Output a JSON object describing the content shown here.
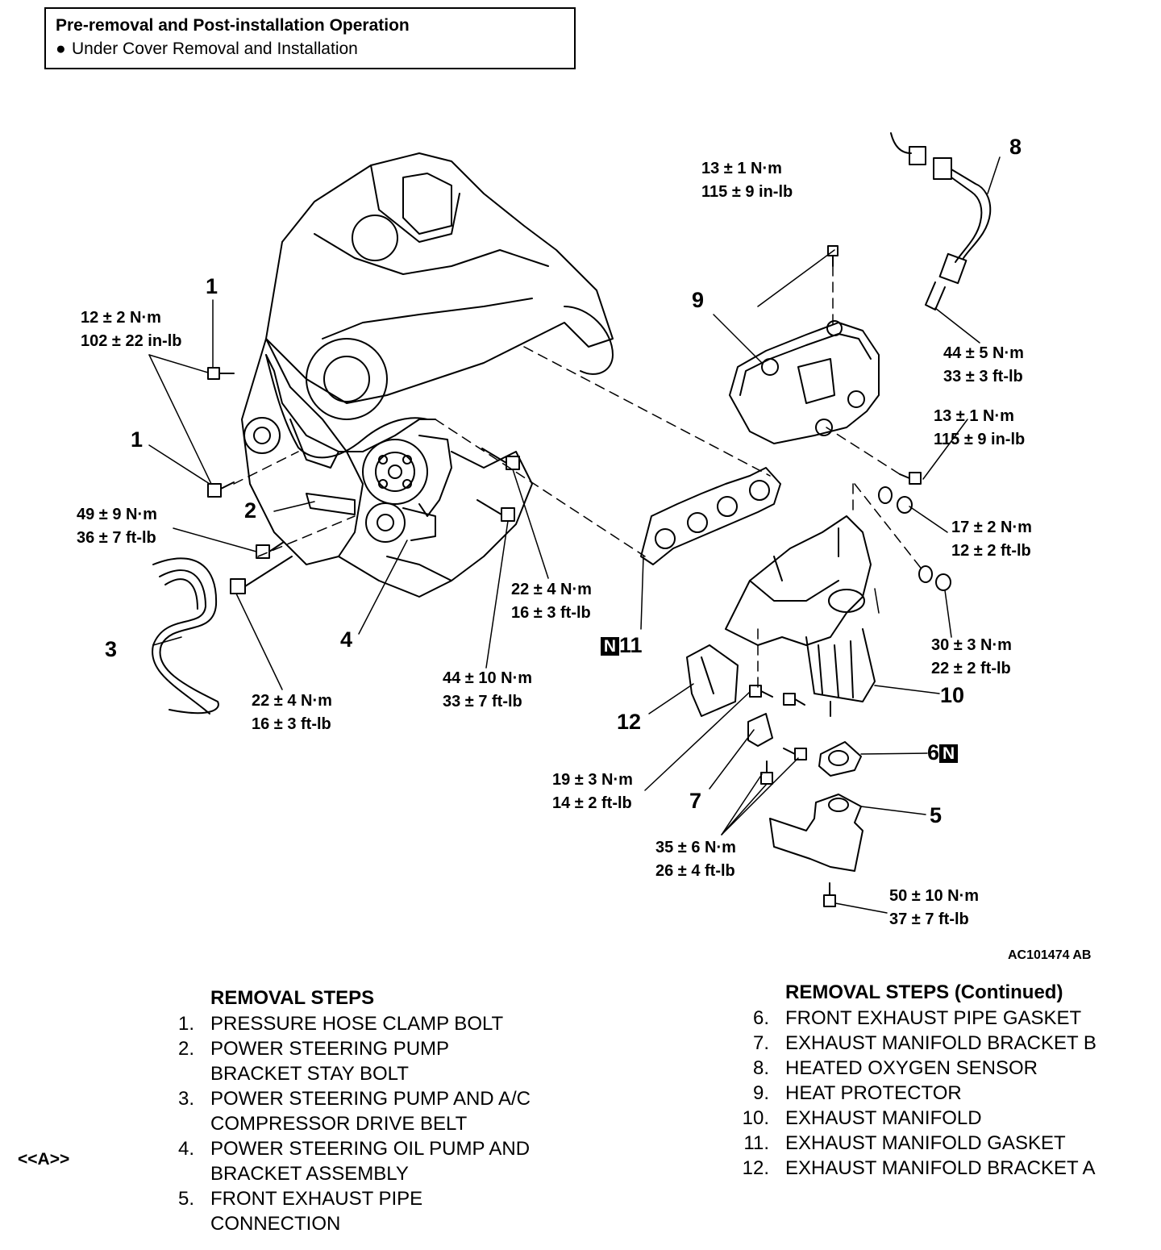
{
  "header": {
    "title": "Pre-removal and Post-installation Operation",
    "item": "Under Cover Removal and Installation"
  },
  "torques": [
    {
      "id": "t1",
      "nm": "12 ± 2 N·m",
      "alt": "102 ± 22 in-lb"
    },
    {
      "id": "t2",
      "nm": "49 ± 9 N·m",
      "alt": "36 ± 7 ft-lb"
    },
    {
      "id": "t3",
      "nm": "22 ± 4 N·m",
      "alt": "16 ± 3 ft-lb"
    },
    {
      "id": "t4",
      "nm": "22 ± 4 N·m",
      "alt": "16 ± 3 ft-lb"
    },
    {
      "id": "t5",
      "nm": "44 ± 10 N·m",
      "alt": "33 ± 7 ft-lb"
    },
    {
      "id": "t6",
      "nm": "13 ± 1 N·m",
      "alt": "115 ± 9 in-lb"
    },
    {
      "id": "t7",
      "nm": "44 ± 5 N·m",
      "alt": "33 ± 3 ft-lb"
    },
    {
      "id": "t8",
      "nm": "13 ± 1 N·m",
      "alt": "115 ± 9 in-lb"
    },
    {
      "id": "t9",
      "nm": "17 ± 2 N·m",
      "alt": "12 ± 2 ft-lb"
    },
    {
      "id": "t10",
      "nm": "30 ± 3 N·m",
      "alt": "22 ± 2 ft-lb"
    },
    {
      "id": "t11",
      "nm": "19 ± 3 N·m",
      "alt": "14 ± 2 ft-lb"
    },
    {
      "id": "t12",
      "nm": "35 ± 6 N·m",
      "alt": "26 ± 4 ft-lb"
    },
    {
      "id": "t13",
      "nm": "50 ± 10 N·m",
      "alt": "37 ± 7 ft-lb"
    }
  ],
  "callouts": {
    "c1a": "1",
    "c1b": "1",
    "c2": "2",
    "c3": "3",
    "c4": "4",
    "c5": "5",
    "c6": "6",
    "c7": "7",
    "c8": "8",
    "c9": "9",
    "c10": "10",
    "c11": "11",
    "c12": "12",
    "n_mark": "N"
  },
  "figure_code": "AC101474 AB",
  "steps_left": {
    "heading": "REMOVAL STEPS",
    "items": [
      {
        "num": "1.",
        "lines": [
          "PRESSURE HOSE CLAMP BOLT"
        ]
      },
      {
        "num": "2.",
        "lines": [
          "POWER STEERING PUMP",
          "BRACKET STAY BOLT"
        ]
      },
      {
        "num": "3.",
        "lines": [
          "POWER STEERING PUMP AND A/C",
          "COMPRESSOR DRIVE BELT"
        ]
      },
      {
        "num": "4.",
        "lines": [
          "POWER STEERING OIL PUMP AND",
          "BRACKET ASSEMBLY"
        ]
      },
      {
        "num": "5.",
        "lines": [
          "FRONT EXHAUST PIPE",
          "CONNECTION"
        ]
      }
    ]
  },
  "steps_right": {
    "heading": "REMOVAL STEPS (Continued)",
    "items": [
      {
        "num": "6.",
        "lines": [
          "FRONT EXHAUST PIPE GASKET"
        ]
      },
      {
        "num": "7.",
        "lines": [
          "EXHAUST MANIFOLD BRACKET B"
        ]
      },
      {
        "num": "8.",
        "lines": [
          "HEATED OXYGEN SENSOR"
        ]
      },
      {
        "num": "9.",
        "lines": [
          "HEAT PROTECTOR"
        ]
      },
      {
        "num": "10.",
        "lines": [
          "EXHAUST MANIFOLD"
        ]
      },
      {
        "num": "11.",
        "lines": [
          "EXHAUST MANIFOLD GASKET"
        ]
      },
      {
        "num": "12.",
        "lines": [
          "EXHAUST MANIFOLD BRACKET A"
        ]
      }
    ]
  },
  "side_marker": "<<A>>"
}
